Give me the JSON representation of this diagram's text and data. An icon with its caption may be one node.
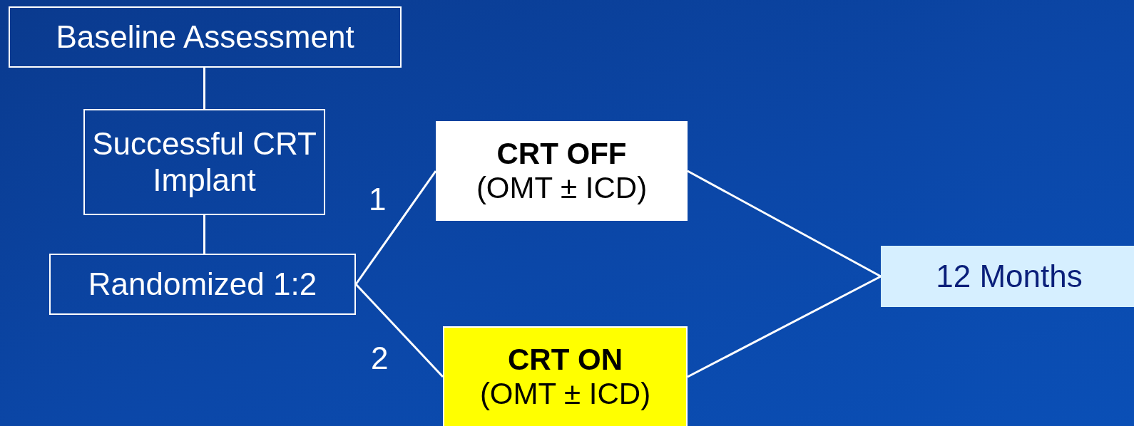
{
  "diagram": {
    "nodes": [
      {
        "text": [
          "Baseline Assessment"
        ]
      },
      {
        "text": [
          "Successful CRT Implant"
        ]
      },
      {
        "text": [
          "Randomized 1:2"
        ]
      },
      {
        "text": [
          "CRT OFF",
          "(OMT ± ICD)"
        ]
      },
      {
        "text": [
          "CRT ON",
          "(OMT ± ICD)"
        ]
      },
      {
        "text": [
          "12 Months"
        ]
      }
    ],
    "edges": [
      {
        "from": 0,
        "to": 1,
        "arrow": "none"
      },
      {
        "from": 1,
        "to": 2,
        "arrow": "none"
      },
      {
        "from": 2,
        "to": 3,
        "arrow": "none"
      },
      {
        "from": 2,
        "to": 4,
        "arrow": "none"
      },
      {
        "from": 3,
        "to": 5,
        "arrow": "none"
      },
      {
        "from": 4,
        "to": 5,
        "arrow": "none"
      }
    ],
    "labels": [
      "1",
      "2"
    ]
  }
}
